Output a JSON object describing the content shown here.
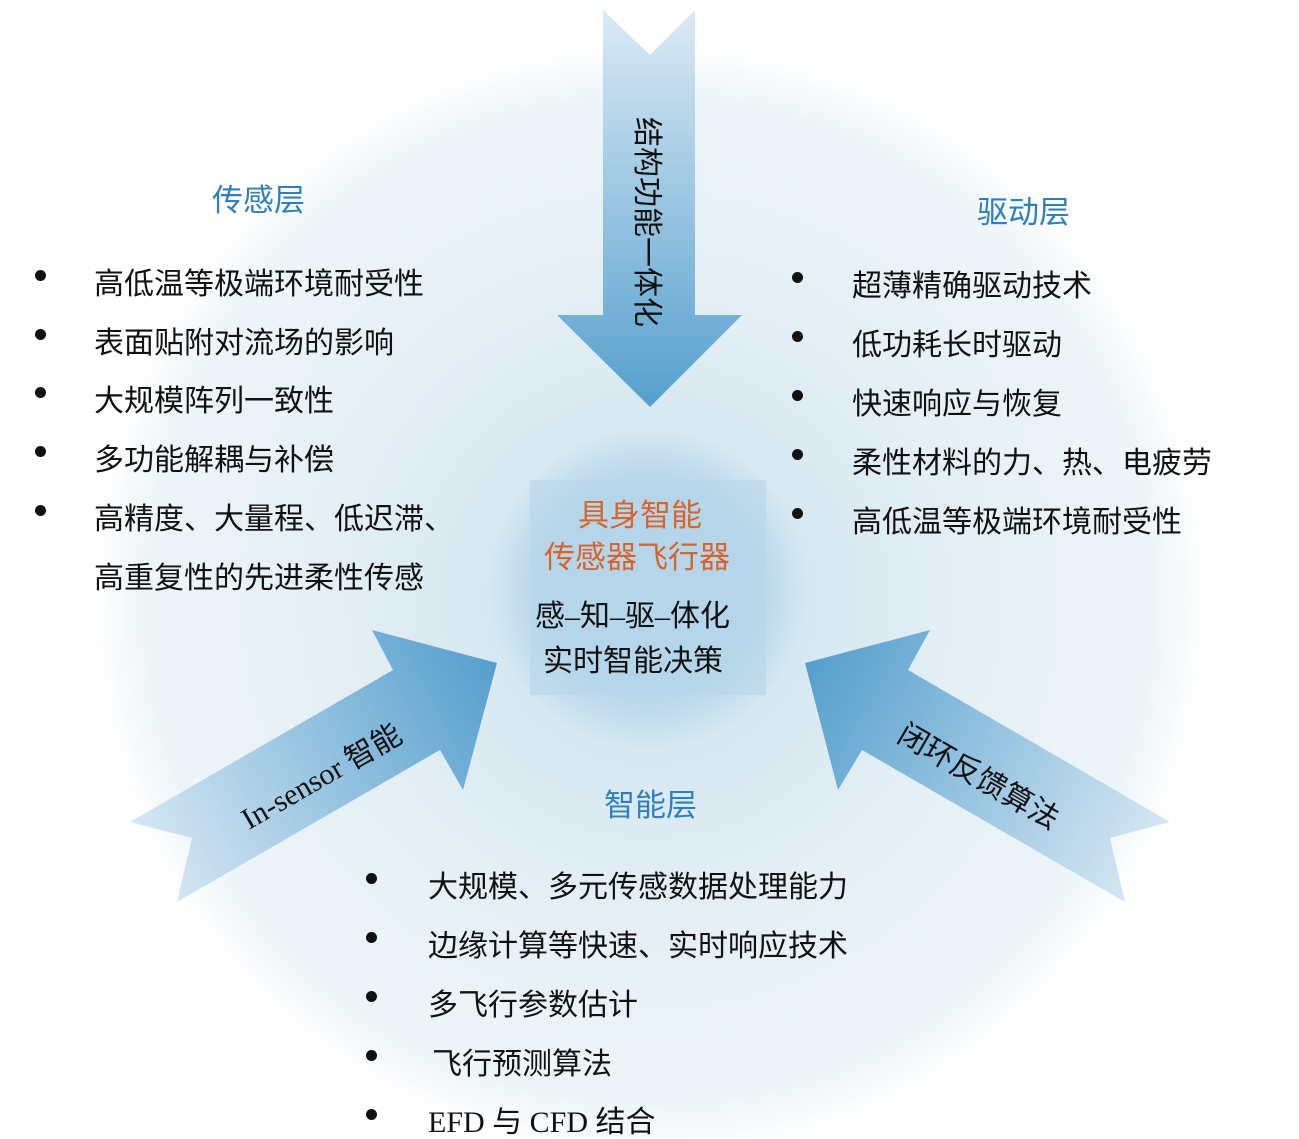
{
  "colors": {
    "title": "#2f7fc0",
    "core_title": "#d8642a",
    "arrow_dark": "#5ba3d0",
    "arrow_light": "#d7e8f4"
  },
  "arrows": {
    "top": "结构功能一体化",
    "left": "In-sensor 智能",
    "right": "闭环反馈算法"
  },
  "core": {
    "line1": "具身智能",
    "line2": "传感器飞行器",
    "line3": "感–知–驱–体化",
    "line4": "实时智能决策"
  },
  "sensing": {
    "title": "传感层",
    "items": [
      "高低温等极端环境耐受性",
      "表面贴附对流场的影响",
      "大规模阵列一致性",
      "多功能解耦与补偿",
      "高精度、大量程、低迟滞、",
      "高重复性的先进柔性传感"
    ]
  },
  "actuation": {
    "title": "驱动层",
    "items": [
      "超薄精确驱动技术",
      "低功耗长时驱动",
      "快速响应与恢复",
      "柔性材料的力、热、电疲劳",
      "高低温等极端环境耐受性"
    ]
  },
  "intelligence": {
    "title": "智能层",
    "items": [
      "大规模、多元传感数据处理能力",
      "边缘计算等快速、实时响应技术",
      "多飞行参数估计",
      "飞行预测算法",
      "EFD 与 CFD 结合"
    ]
  }
}
